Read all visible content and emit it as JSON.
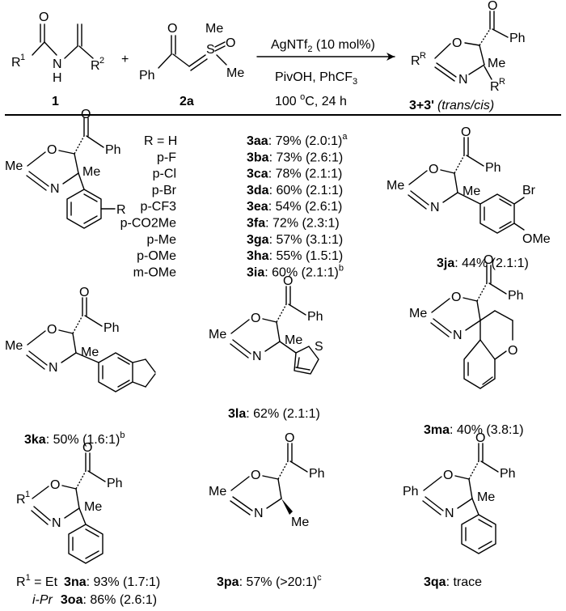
{
  "reaction": {
    "substrate1_label": "1",
    "substrate1_R1": "R",
    "substrate1_sup1": "1",
    "substrate1_R2": "R",
    "substrate1_sup2": "2",
    "substrate1_N": "N",
    "substrate1_H": "H",
    "substrate1_O": "O",
    "plus": "+",
    "reagent_label": "2a",
    "reagent_Ph": "Ph",
    "reagent_O": "O",
    "reagent_Me1": "Me",
    "reagent_Me2": "Me",
    "reagent_S": "S",
    "reagent_SO": "O",
    "catalyst_pre": "AgNTf",
    "catalyst_sub": "2",
    "catalyst_post": " (10 mol%)",
    "additive": "PivOH, PhCF",
    "additive_sub": "3",
    "conditions_pre": "100 ",
    "conditions_sup": "o",
    "conditions_post": "C, 24 h",
    "product_label": "3+3'",
    "product_stereo": "(trans/cis)"
  },
  "table": {
    "r_header": "R = H",
    "rows": [
      {
        "sub": "",
        "cmpd": "3aa",
        "yield": ": 79% (2.0:1)",
        "note": "a"
      },
      {
        "sub": "p-F",
        "cmpd": "3ba",
        "yield": ": 73% (2.6:1)",
        "note": ""
      },
      {
        "sub": "p-Cl",
        "cmpd": "3ca",
        "yield": ": 78% (2.1:1)",
        "note": ""
      },
      {
        "sub": "p-Br",
        "cmpd": "3da",
        "yield": ": 60% (2.1:1)",
        "note": ""
      },
      {
        "sub": "p-CF3",
        "cmpd": "3ea",
        "yield": ": 54% (2.6:1)",
        "note": ""
      },
      {
        "sub": "p-CO2Me",
        "cmpd": "3fa",
        "yield": ": 72% (2.3:1)",
        "note": ""
      },
      {
        "sub": "p-Me",
        "cmpd": "3ga",
        "yield": ": 57% (3.1:1)",
        "note": ""
      },
      {
        "sub": "p-OMe",
        "cmpd": "3ha",
        "yield": ": 55% (1.5:1)",
        "note": ""
      },
      {
        "sub": "m-OMe",
        "cmpd": "3ia",
        "yield": ": 60% (2.1:1)",
        "note": "b"
      }
    ]
  },
  "compounds": {
    "c3ja": {
      "cmpd": "3ja",
      "text": ": 44% (2.1:1)",
      "note": ""
    },
    "c3ka": {
      "cmpd": "3ka",
      "text": ": 50% (1.6:1)",
      "note": "b"
    },
    "c3la": {
      "cmpd": "3la",
      "text": ": 62% (2.1:1)",
      "note": ""
    },
    "c3ma": {
      "cmpd": "3ma",
      "text": ": 40% (3.8:1)",
      "note": ""
    },
    "c3na": {
      "r1": "R",
      "sup": "1",
      "r1val": " = Et",
      "cmpd": "3na",
      "text": ": 93% (1.7:1)"
    },
    "c3oa": {
      "r1val": "i-Pr",
      "cmpd": "3oa",
      "text": ": 86% (2.6:1)"
    },
    "c3pa": {
      "cmpd": "3pa",
      "text": ": 57% (>20:1)",
      "note": "c"
    },
    "c3qa": {
      "cmpd": "3qa",
      "text": ": trace"
    }
  },
  "atoms": {
    "O": "O",
    "N": "N",
    "Me": "Me",
    "Ph": "Ph",
    "R": "R",
    "S": "S",
    "Br": "Br",
    "OMe": "OMe"
  }
}
